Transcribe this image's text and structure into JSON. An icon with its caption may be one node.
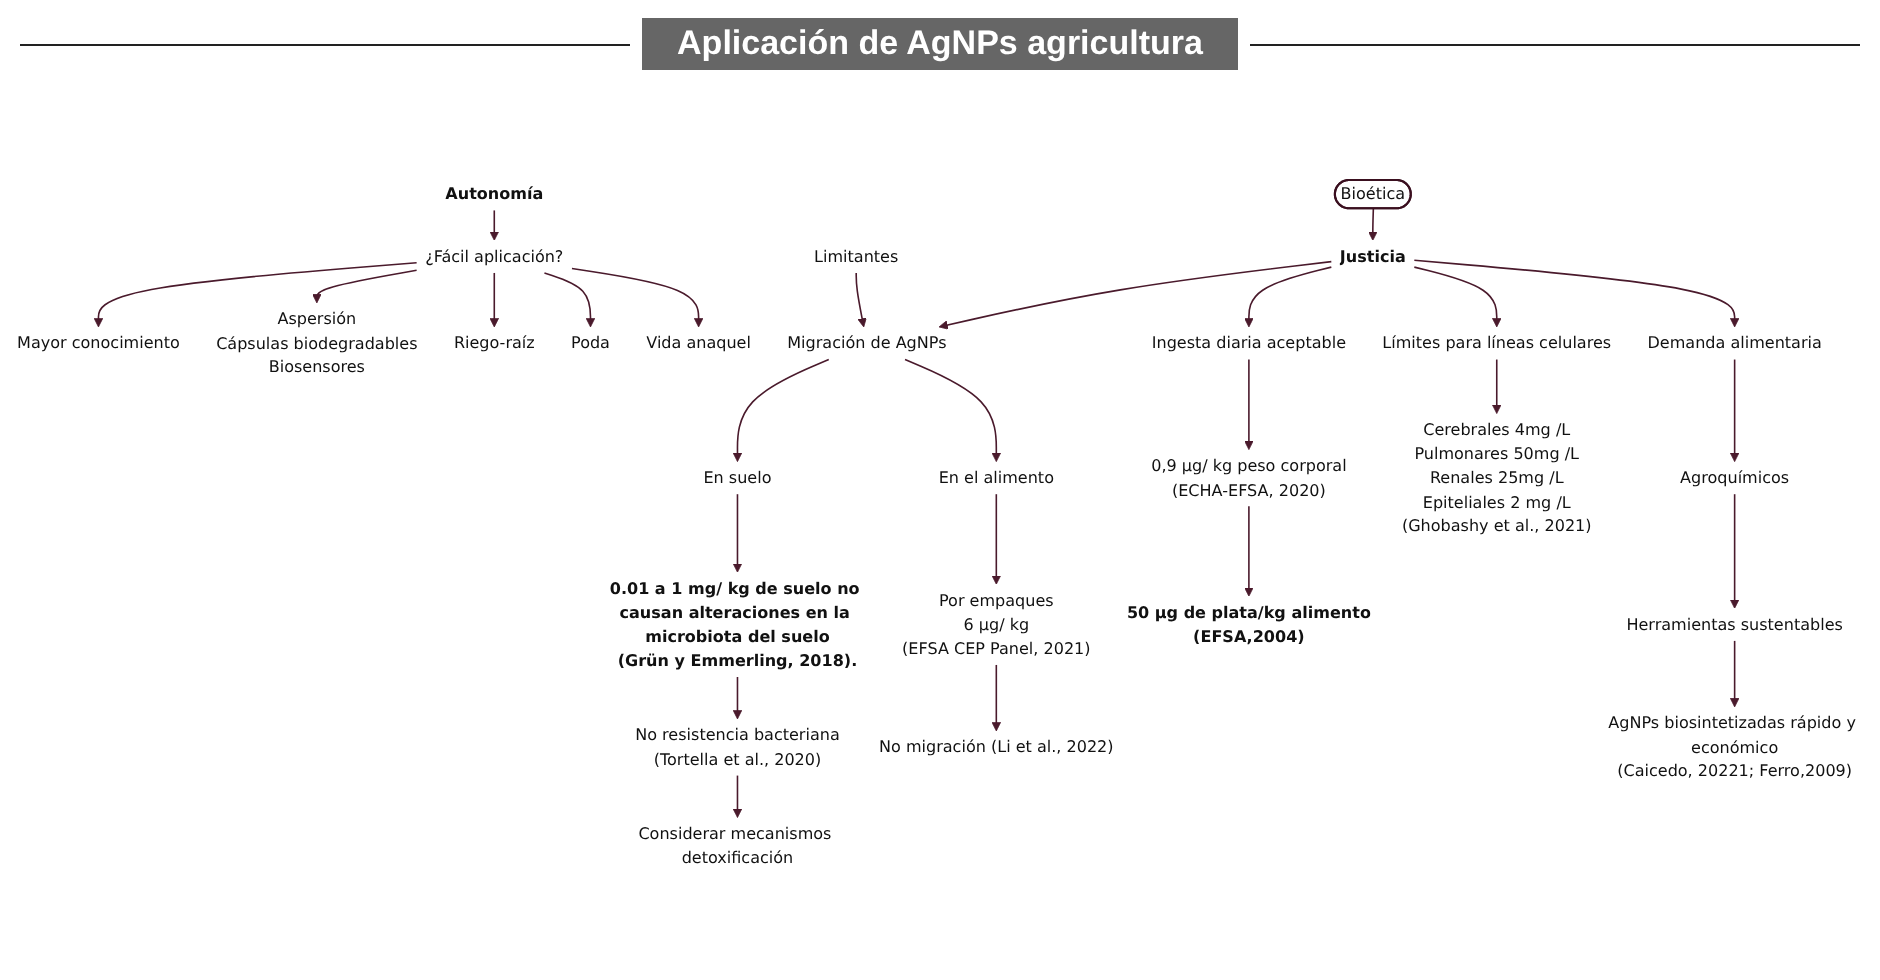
{
  "diagram": {
    "title": "Aplicación de AgNPs agricultura",
    "nodes": [
      {
        "text": [
          "Mayor conocimiento"
        ]
      },
      {
        "text": [
          "Aspersión",
          "Cápsulas biodegradables",
          "Biosensores"
        ]
      },
      {
        "text": [
          "¿Fácil aplicación?"
        ]
      },
      {
        "text": [
          "Riego-raíz"
        ]
      },
      {
        "text": [
          "Poda"
        ]
      },
      {
        "text": [
          "Vida anaquel"
        ]
      },
      {
        "text": [
          "Autonomía"
        ]
      },
      {
        "text": [
          "Bioética"
        ]
      },
      {
        "text": [
          "Limitantes"
        ]
      },
      {
        "text": [
          "Migración de AgNPs"
        ]
      },
      {
        "text": [
          "Justicia"
        ]
      },
      {
        "text": [
          "En suelo"
        ]
      },
      {
        "text": [
          "En el alimento"
        ]
      },
      {
        "text": [
          "Ingesta  diaria aceptable"
        ]
      },
      {
        "text": [
          "Límites para líneas celulares"
        ]
      },
      {
        "text": [
          "Demanda alimentaria"
        ]
      },
      {
        "text": [
          "Agroquímicos"
        ]
      },
      {
        "text": [
          "0.01 a 1 mg/ kg de suelo no causan alteraciones en la microbiota del suelo",
          "(Grün y Emmerling, 2018)."
        ]
      },
      {
        "text": [
          "Por empaques",
          "6 µg/ kg",
          "(EFSA CEP Panel, 2021)"
        ]
      },
      {
        "text": [
          "0,9 µg/ kg peso corporal",
          "(ECHA-EFSA, 2020)"
        ]
      },
      {
        "text": [
          "Cerebrales 4mg /L",
          "Pulmonares 50mg /L",
          "Renales 25mg /L",
          "Epiteliales 2 mg /L",
          "(Ghobashy et al., 2021)"
        ]
      },
      {
        "text": [
          "Herramientas sustentables"
        ]
      },
      {
        "text": [
          "No resistencia bacteriana",
          "(Tortella et al., 2020)"
        ]
      },
      {
        "text": [
          "50 µg de plata/kg alimento",
          "(EFSA,2004)"
        ]
      },
      {
        "text": [
          "AgNPs biosintetizadas rápido y económico",
          "(Caicedo, 20221; Ferro,2009)"
        ]
      },
      {
        "text": [
          "Considerar mecanismos detoxificación"
        ]
      },
      {
        "text": [
          "No migración (Li et al., 2022)"
        ]
      }
    ],
    "edges": [
      {
        "from": 2,
        "to": 0,
        "arrow": "to"
      },
      {
        "from": 2,
        "to": 1,
        "arrow": "to"
      },
      {
        "from": 2,
        "to": 3,
        "arrow": "to"
      },
      {
        "from": 2,
        "to": 4,
        "arrow": "to"
      },
      {
        "from": 2,
        "to": 5,
        "arrow": "to"
      },
      {
        "from": 6,
        "to": 2,
        "arrow": "to"
      },
      {
        "from": 7,
        "to": 10,
        "arrow": "to"
      },
      {
        "from": 8,
        "to": 9,
        "arrow": "to"
      },
      {
        "from": 10,
        "to": 9,
        "arrow": "to"
      },
      {
        "from": 10,
        "to": 13,
        "arrow": "to"
      },
      {
        "from": 10,
        "to": 14,
        "arrow": "to"
      },
      {
        "from": 10,
        "to": 15,
        "arrow": "to"
      },
      {
        "from": 9,
        "to": 11,
        "arrow": "to"
      },
      {
        "from": 9,
        "to": 12,
        "arrow": "to"
      },
      {
        "from": 11,
        "to": 17,
        "arrow": "to"
      },
      {
        "from": 17,
        "to": 22,
        "arrow": "to"
      },
      {
        "from": 22,
        "to": 25,
        "arrow": "to"
      },
      {
        "from": 12,
        "to": 18,
        "arrow": "to"
      },
      {
        "from": 18,
        "to": 26,
        "arrow": "to"
      },
      {
        "from": 13,
        "to": 19,
        "arrow": "to"
      },
      {
        "from": 19,
        "to": 23,
        "arrow": "to"
      },
      {
        "from": 14,
        "to": 20,
        "arrow": "to"
      },
      {
        "from": 15,
        "to": 16,
        "arrow": "to"
      },
      {
        "from": 16,
        "to": 21,
        "arrow": "to"
      },
      {
        "from": 21,
        "to": 24,
        "arrow": "to"
      }
    ]
  }
}
